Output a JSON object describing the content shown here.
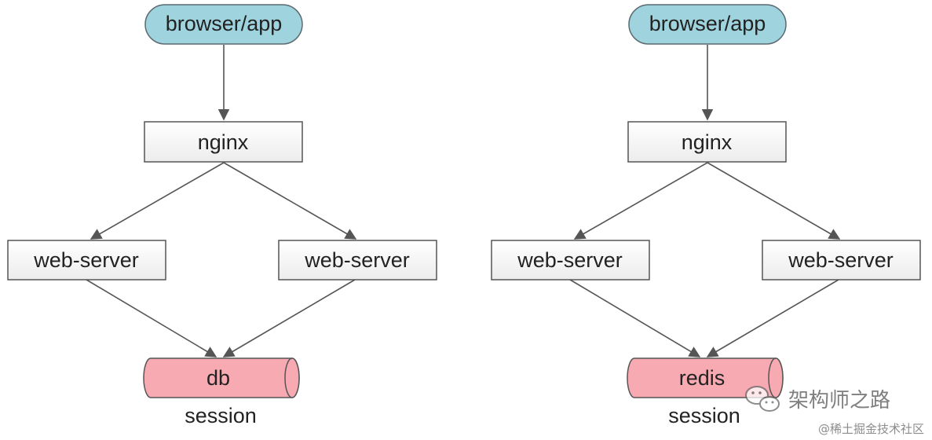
{
  "diagrams": [
    {
      "client": "browser/app",
      "proxy": "nginx",
      "servers": [
        "web-server",
        "web-server"
      ],
      "store": "db",
      "store_caption": "session"
    },
    {
      "client": "browser/app",
      "proxy": "nginx",
      "servers": [
        "web-server",
        "web-server"
      ],
      "store": "redis",
      "store_caption": "session"
    }
  ],
  "watermark": {
    "brand": "架构师之路",
    "credit": "@稀土掘金技术社区"
  },
  "colors": {
    "client_fill": "#9fd3de",
    "box_fill": "#f4f4f4",
    "store_fill": "#f7aab2",
    "stroke": "#555555",
    "arrow": "#555555"
  }
}
